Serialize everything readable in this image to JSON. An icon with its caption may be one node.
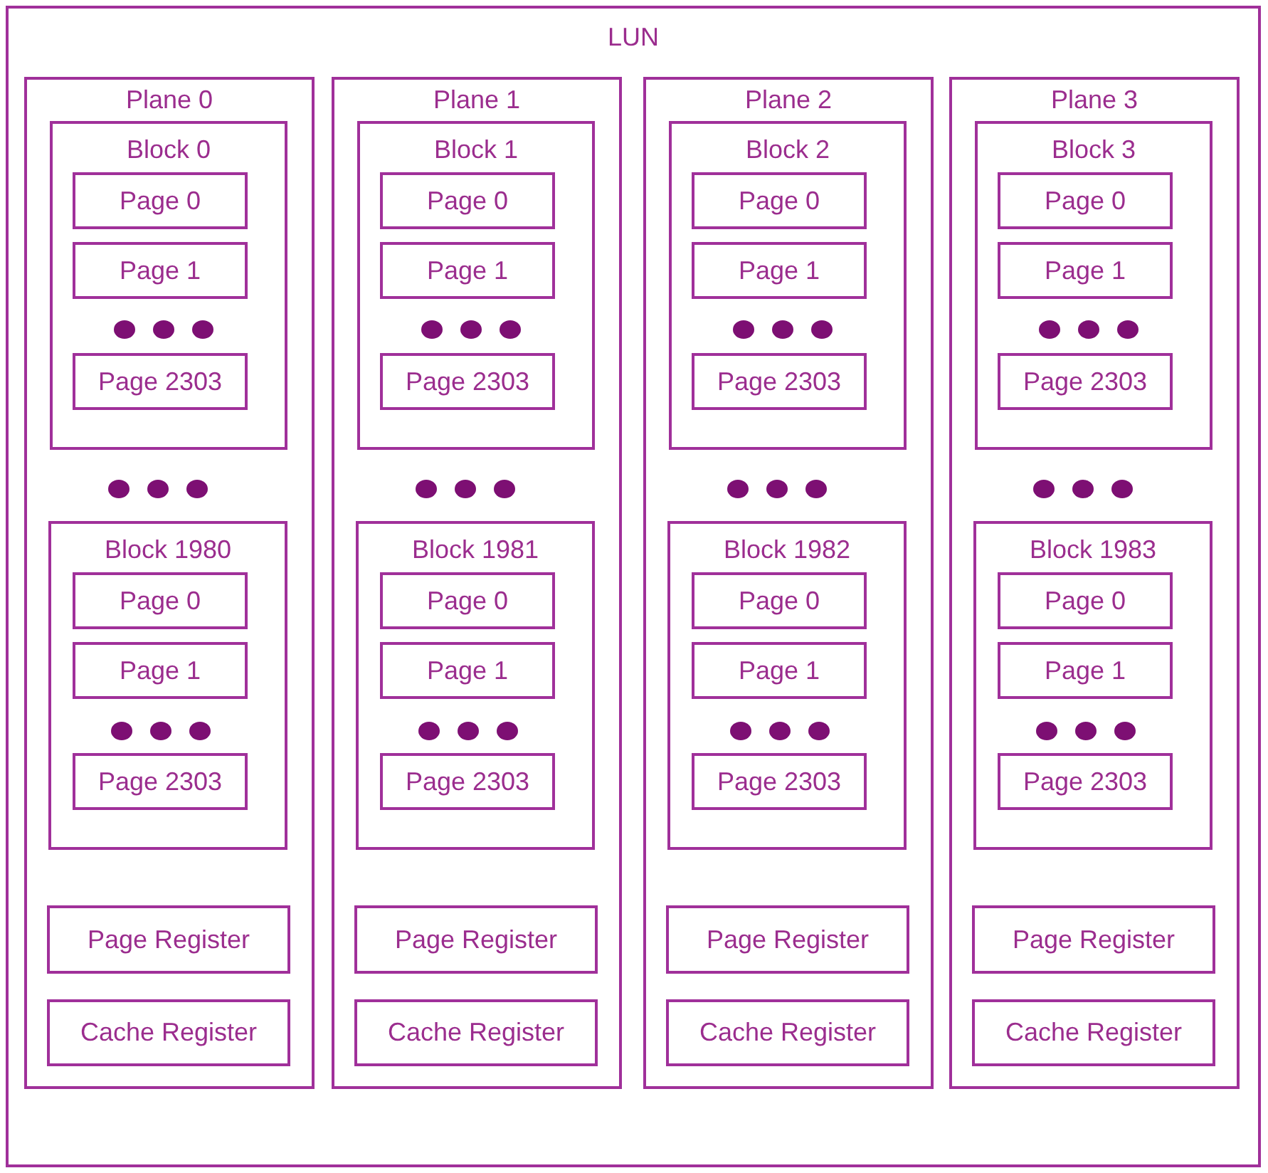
{
  "diagram": {
    "nodes": [
      {
        "text": [
          "LUN"
        ]
      },
      {
        "text": [
          "Plane 0"
        ],
        "in": 0
      },
      {
        "text": [
          "Block 0"
        ],
        "in": 1
      },
      {
        "text": [
          "Page 0"
        ],
        "in": 2
      },
      {
        "text": [
          "Page 1"
        ],
        "in": 2
      },
      {
        "text": [
          "Page 2303"
        ],
        "in": 2
      },
      {
        "text": [
          "Block 1980"
        ],
        "in": 1
      },
      {
        "text": [
          "Page 0"
        ],
        "in": 6
      },
      {
        "text": [
          "Page 1"
        ],
        "in": 6
      },
      {
        "text": [
          "Page 2303"
        ],
        "in": 6
      },
      {
        "text": [
          "Page Register"
        ],
        "in": 1
      },
      {
        "text": [
          "Cache Register"
        ],
        "in": 1
      },
      {
        "text": [
          "Plane 1"
        ],
        "in": 0
      },
      {
        "text": [
          "Block 1"
        ],
        "in": 12
      },
      {
        "text": [
          "Page 0"
        ],
        "in": 13
      },
      {
        "text": [
          "Page 1"
        ],
        "in": 13
      },
      {
        "text": [
          "Page 2303"
        ],
        "in": 13
      },
      {
        "text": [
          "Block 1981"
        ],
        "in": 12
      },
      {
        "text": [
          "Page 0"
        ],
        "in": 17
      },
      {
        "text": [
          "Page 1"
        ],
        "in": 17
      },
      {
        "text": [
          "Page 2303"
        ],
        "in": 17
      },
      {
        "text": [
          "Page Register"
        ],
        "in": 12
      },
      {
        "text": [
          "Cache Register"
        ],
        "in": 12
      },
      {
        "text": [
          "Plane 2"
        ],
        "in": 0
      },
      {
        "text": [
          "Block 2"
        ],
        "in": 23
      },
      {
        "text": [
          "Page 0"
        ],
        "in": 24
      },
      {
        "text": [
          "Page 1"
        ],
        "in": 24
      },
      {
        "text": [
          "Page 2303"
        ],
        "in": 24
      },
      {
        "text": [
          "Block 1982"
        ],
        "in": 23
      },
      {
        "text": [
          "Page 0"
        ],
        "in": 28
      },
      {
        "text": [
          "Page 1"
        ],
        "in": 28
      },
      {
        "text": [
          "Page 2303"
        ],
        "in": 28
      },
      {
        "text": [
          "Page Register"
        ],
        "in": 23
      },
      {
        "text": [
          "Cache Register"
        ],
        "in": 23
      },
      {
        "text": [
          "Plane 3"
        ],
        "in": 0
      },
      {
        "text": [
          "Block 3"
        ],
        "in": 34
      },
      {
        "text": [
          "Page 0"
        ],
        "in": 35
      },
      {
        "text": [
          "Page 1"
        ],
        "in": 35
      },
      {
        "text": [
          "Page 2303"
        ],
        "in": 35
      },
      {
        "text": [
          "Block 1983"
        ],
        "in": 34
      },
      {
        "text": [
          "Page 0"
        ],
        "in": 39
      },
      {
        "text": [
          "Page 1"
        ],
        "in": 39
      },
      {
        "text": [
          "Page 2303"
        ],
        "in": 39
      },
      {
        "text": [
          "Page Register"
        ],
        "in": 34
      },
      {
        "text": [
          "Cache Register"
        ],
        "in": 34
      }
    ]
  }
}
